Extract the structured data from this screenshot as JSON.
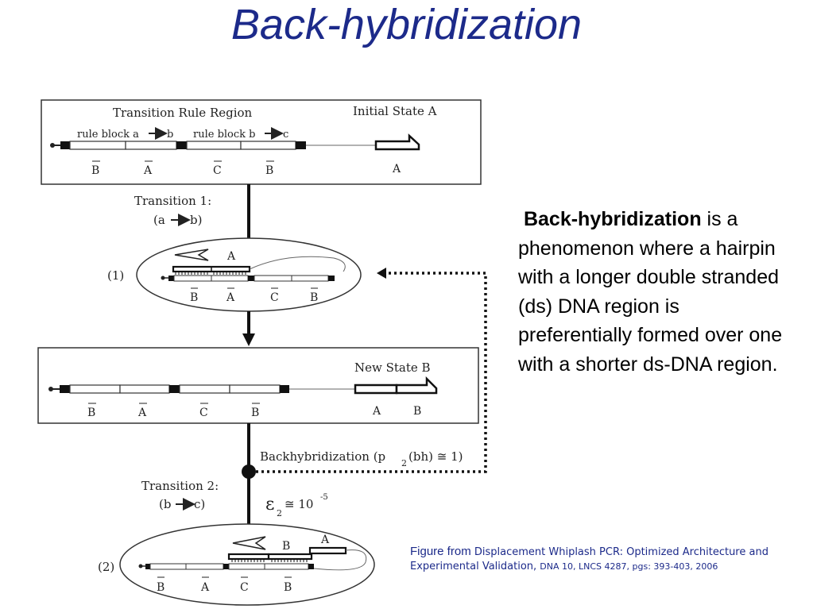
{
  "title": "Back-hybridization",
  "description": {
    "term": "Back-hybridization",
    "text": " is a phenomenon where a hairpin with a longer double stranded (ds) DNA region is preferentially formed over one with a shorter ds-DNA region."
  },
  "caption": {
    "prefix": "Figure from ",
    "source": "Displacement Whiplash PCR: Optimized Architecture and Experimental Validation",
    "sep": ", ",
    "journal": "DNA 10, LNCS 4287, pgs: 393-403, 2006"
  },
  "diagram": {
    "top_box": {
      "label_region": "Transition Rule Region",
      "label_state": "Initial State A",
      "rule_block_a": "rule block a",
      "rule_block_a_to": "b",
      "rule_block_b": "rule block b",
      "rule_block_b_to": "c",
      "segments": [
        "B",
        "A",
        "C",
        "B"
      ],
      "state_seg": "A"
    },
    "transition1": {
      "line1": "Transition 1:",
      "line2a": "(a",
      "line2b": "b)"
    },
    "step1": {
      "label": "(1)",
      "segments": [
        "B",
        "A",
        "C",
        "B"
      ],
      "primer": "A"
    },
    "mid_box": {
      "label_state": "New State B",
      "segments": [
        "B",
        "A",
        "C",
        "B"
      ],
      "state_segs": [
        "A",
        "B"
      ]
    },
    "backhyb": {
      "label": "Backhybridization (p",
      "sub": "2",
      "rest": "(bh) ≅ 1)"
    },
    "transition2": {
      "line1": "Transition 2:",
      "line2a": "(b",
      "line2b": "c)"
    },
    "epsilon": {
      "sym": "ε",
      "sub": "2",
      "rel": "≅ 10",
      "exp": "-5"
    },
    "step2": {
      "label": "(2)",
      "segments": [
        "B",
        "A",
        "C",
        "B"
      ],
      "primers": [
        "B",
        "A"
      ]
    }
  }
}
